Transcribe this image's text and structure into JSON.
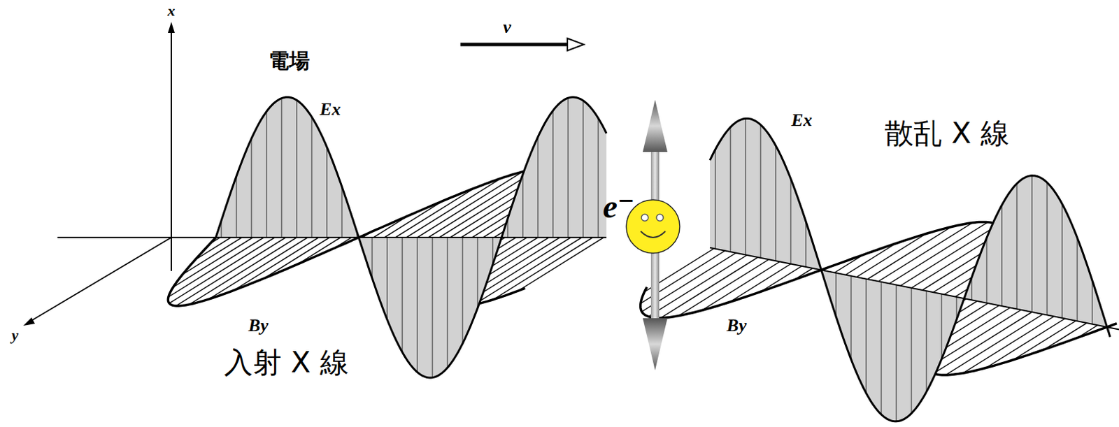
{
  "diagram": {
    "labels": [
      "x",
      "電場",
      "v",
      "Ex",
      "e⁻",
      "Ex",
      "散乱 X 線",
      "y",
      "By",
      "入射 X 線",
      "By"
    ]
  }
}
